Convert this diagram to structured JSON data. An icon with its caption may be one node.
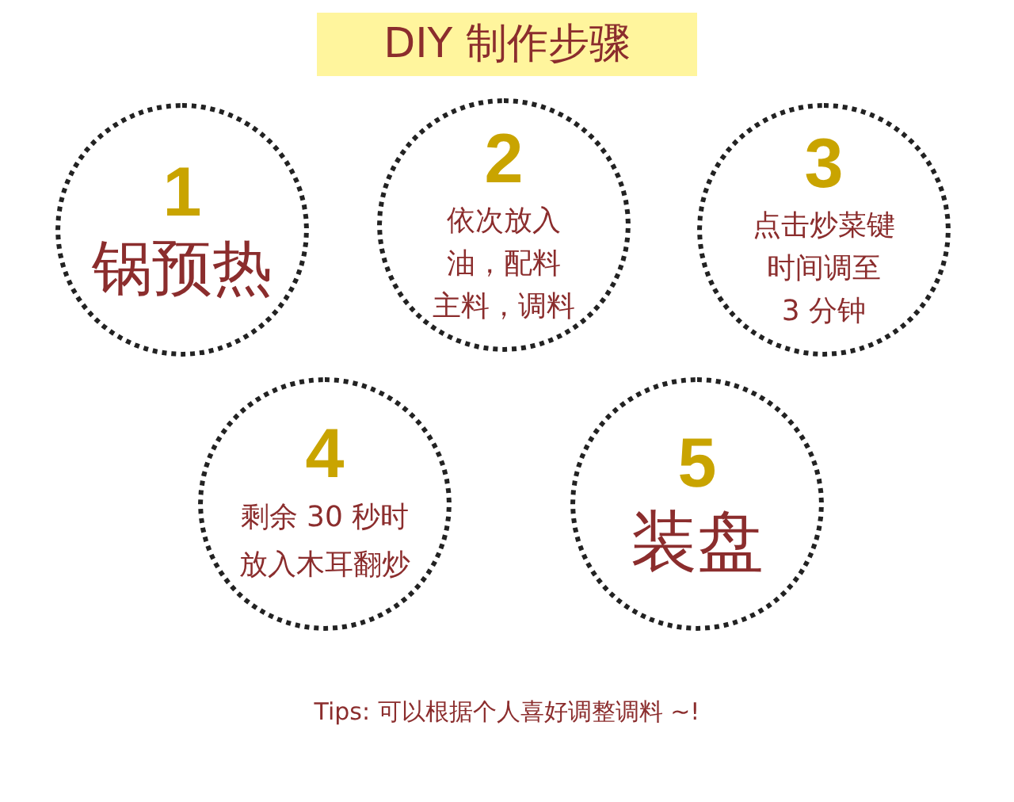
{
  "diagram": {
    "title": "DIY 制作步骤",
    "nodes": [
      {
        "text": [
          "1",
          "锅预热"
        ]
      },
      {
        "text": [
          "2",
          "依次放入油，配料主料，调料"
        ]
      },
      {
        "text": [
          "3",
          "点击炒菜键时间调至3 分钟"
        ]
      },
      {
        "text": [
          "4",
          "剩余 30 秒时放入木耳翻炒"
        ]
      },
      {
        "text": [
          "5",
          "装盘"
        ]
      }
    ],
    "labels": [
      "Tips: 可以根据个人喜好调整调料 ~!"
    ]
  }
}
